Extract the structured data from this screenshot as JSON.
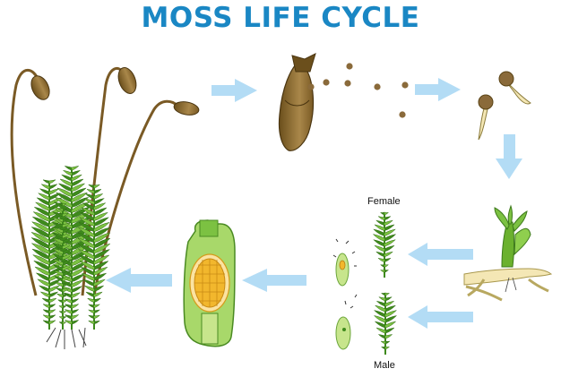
{
  "title": "MOSS LIFE CYCLE",
  "labels": {
    "female": "Female",
    "male": "Male"
  },
  "colors": {
    "title": "#1a87c4",
    "arrow": "#b3dcf5",
    "leaf_dark": "#3e8a1c",
    "leaf_light": "#7cc142",
    "capsule": "#8c6a2a",
    "seta": "#7a5a25",
    "spore": "#8a6a3a",
    "sporophyte_outer": "#8fcf4e",
    "sporophyte_inner": "#f2b72d"
  },
  "stages": [
    {
      "id": "mature-moss",
      "icon": "moss-plant-with-capsules-icon"
    },
    {
      "id": "capsule-releasing-spores",
      "icon": "open-capsule-icon"
    },
    {
      "id": "germinating-spores",
      "icon": "germinating-spore-icon"
    },
    {
      "id": "protonema",
      "icon": "protonema-icon"
    },
    {
      "id": "male-female-gametophytes",
      "icon": "gametophyte-icon"
    },
    {
      "id": "sporophyte-cross-section",
      "icon": "sporophyte-section-icon"
    }
  ]
}
